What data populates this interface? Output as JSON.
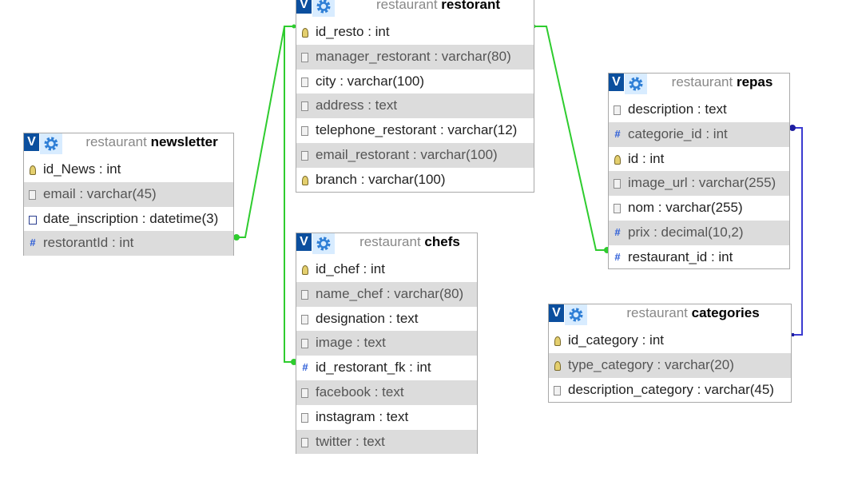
{
  "tables": {
    "restorant": {
      "db": "restaurant",
      "name": "restorant",
      "options_icon": "gear-icon",
      "columns": [
        {
          "label": "id_resto : int",
          "icon": "key-icon"
        },
        {
          "label": "manager_restorant : varchar(80)",
          "icon": "text-column-icon"
        },
        {
          "label": "city : varchar(100)",
          "icon": "text-column-icon"
        },
        {
          "label": "address : text",
          "icon": "text-column-icon"
        },
        {
          "label": "telephone_restorant : varchar(12)",
          "icon": "text-column-icon"
        },
        {
          "label": "email_restorant : varchar(100)",
          "icon": "text-column-icon"
        },
        {
          "label": "branch : varchar(100)",
          "icon": "key-icon"
        }
      ]
    },
    "newsletter": {
      "db": "restaurant",
      "name": "newsletter",
      "options_icon": "gear-icon",
      "columns": [
        {
          "label": "id_News : int",
          "icon": "key-icon"
        },
        {
          "label": "email : varchar(45)",
          "icon": "text-column-icon"
        },
        {
          "label": "date_inscription : datetime(3)",
          "icon": "date-column-icon"
        },
        {
          "label": "restorantId : int",
          "icon": "number-column-icon"
        }
      ]
    },
    "chefs": {
      "db": "restaurant",
      "name": "chefs",
      "options_icon": "gear-icon",
      "columns": [
        {
          "label": "id_chef : int",
          "icon": "key-icon"
        },
        {
          "label": "name_chef : varchar(80)",
          "icon": "text-column-icon"
        },
        {
          "label": "designation : text",
          "icon": "text-column-icon"
        },
        {
          "label": "image : text",
          "icon": "text-column-icon"
        },
        {
          "label": "id_restorant_fk : int",
          "icon": "number-column-icon"
        },
        {
          "label": "facebook : text",
          "icon": "text-column-icon"
        },
        {
          "label": "instagram : text",
          "icon": "text-column-icon"
        },
        {
          "label": "twitter : text",
          "icon": "text-column-icon"
        }
      ]
    },
    "repas": {
      "db": "restaurant",
      "name": "repas",
      "options_icon": "gear-icon",
      "columns": [
        {
          "label": "description : text",
          "icon": "text-column-icon"
        },
        {
          "label": "categorie_id : int",
          "icon": "number-column-icon"
        },
        {
          "label": "id : int",
          "icon": "key-icon"
        },
        {
          "label": "image_url : varchar(255)",
          "icon": "text-column-icon"
        },
        {
          "label": "nom : varchar(255)",
          "icon": "text-column-icon"
        },
        {
          "label": "prix : decimal(10,2)",
          "icon": "number-column-icon"
        },
        {
          "label": "restaurant_id : int",
          "icon": "number-column-icon"
        }
      ]
    },
    "categories": {
      "db": "restaurant",
      "name": "categories",
      "options_icon": "gear-icon",
      "columns": [
        {
          "label": "id_category : int",
          "icon": "key-icon"
        },
        {
          "label": "type_category : varchar(20)",
          "icon": "key-icon"
        },
        {
          "label": "description_category : varchar(45)",
          "icon": "text-column-icon"
        }
      ]
    }
  },
  "toggle_label": "V",
  "relations": [
    {
      "from": "newsletter.restorantId",
      "to": "restorant.id_resto",
      "color": "#2ecc2e"
    },
    {
      "from": "chefs.id_restorant_fk",
      "to": "restorant.id_resto",
      "color": "#2ecc2e"
    },
    {
      "from": "repas.restaurant_id",
      "to": "restorant.id_resto",
      "color": "#2ecc2e"
    },
    {
      "from": "repas.categorie_id",
      "to": "categories.id_category",
      "color": "#3b3bd0"
    }
  ]
}
